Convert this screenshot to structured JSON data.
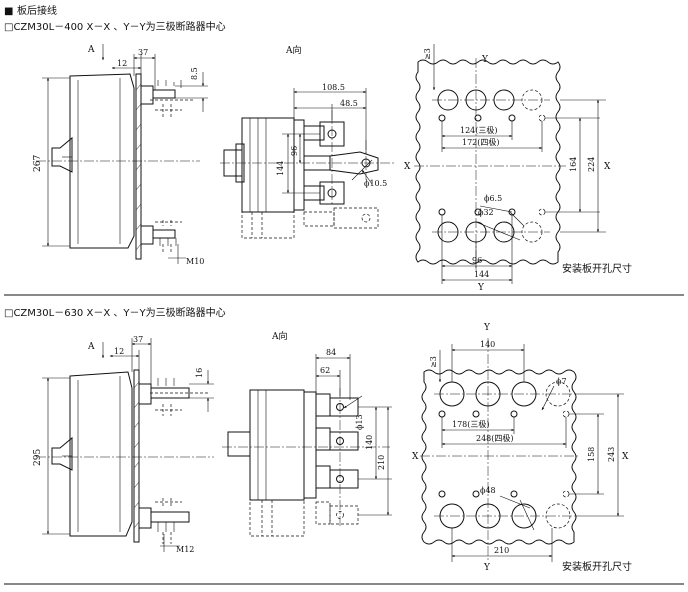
{
  "header": {
    "square": "■",
    "title": "板后接线"
  },
  "section1": {
    "caption": "□CZM30L－400 X－X 、Y－Y为三极断路器中心",
    "side_view": {
      "arrow_label": "A",
      "dim_12": "12",
      "dim_37": "37",
      "dim_8_5": "8.5",
      "dim_267": "267",
      "thread": "M10"
    },
    "a_view": {
      "title": "A向",
      "dim_108_5": "108.5",
      "dim_48_5": "48.5",
      "dim_144": "144",
      "dim_96": "96",
      "hole": "ϕ10.5"
    },
    "cutout": {
      "y_top": "Y",
      "y_bottom": "Y",
      "x_left": "X",
      "x_right": "X",
      "gap": "≥3",
      "pitch3": "124(三极)",
      "pitch4": "172(四极)",
      "h164": "164",
      "h224": "224",
      "hole_small": "ϕ6.5",
      "hole_big": "ϕ32",
      "w96": "96",
      "w144": "144",
      "caption": "安装板开孔尺寸"
    }
  },
  "section2": {
    "caption": "□CZM30L－630 X－X 、Y－Y为三极断路器中心",
    "side_view": {
      "arrow_label": "A",
      "dim_12": "12",
      "dim_37": "37",
      "dim_16": "16",
      "dim_295": "295",
      "thread": "M12"
    },
    "a_view": {
      "title": "A向",
      "dim_84": "84",
      "dim_62": "62",
      "dim_140": "140",
      "dim_210": "210",
      "hole": "ϕ13"
    },
    "cutout": {
      "y_top": "Y",
      "y_bottom": "Y",
      "x_left": "X",
      "x_right": "X",
      "w140": "140",
      "gap": "≥3",
      "hole_small": "ϕ7",
      "pitch3": "178(三极)",
      "pitch4": "248(四极)",
      "h158": "158",
      "h243": "243",
      "hole_big": "ϕ48",
      "w210": "210",
      "caption": "安装板开孔尺寸"
    }
  }
}
